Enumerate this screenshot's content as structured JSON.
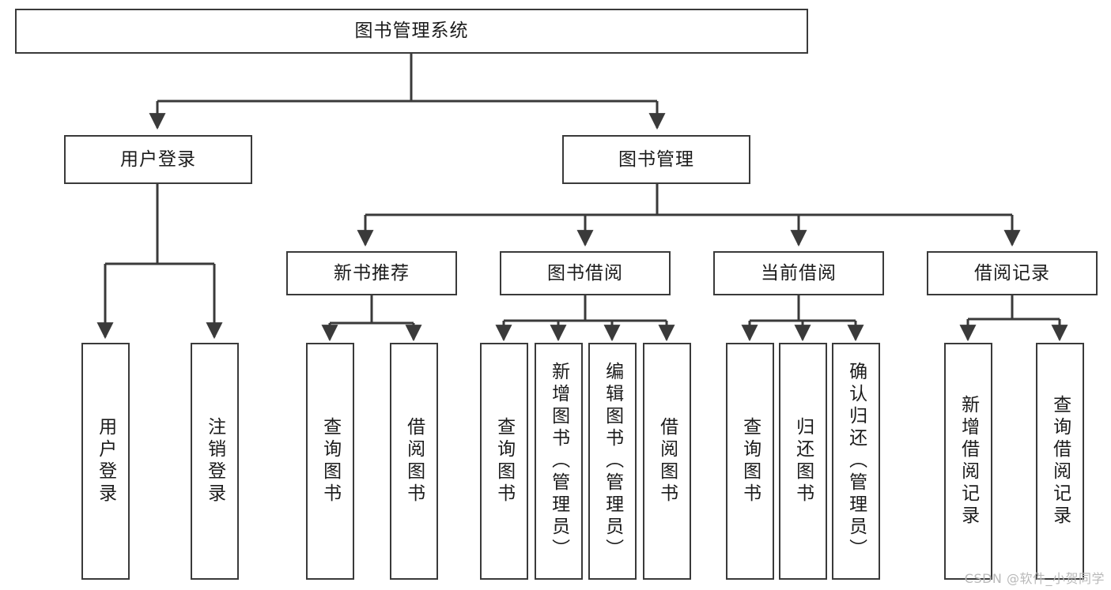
{
  "diagram": {
    "title_node": {
      "label": "图书管理系统"
    },
    "level2": [
      {
        "id": "user-login",
        "label": "用户登录"
      },
      {
        "id": "book-management",
        "label": "图书管理"
      }
    ],
    "level3": [
      {
        "id": "new-book-recommend",
        "label": "新书推荐"
      },
      {
        "id": "book-borrow",
        "label": "图书借阅"
      },
      {
        "id": "current-borrow",
        "label": "当前借阅"
      },
      {
        "id": "borrow-record",
        "label": "借阅记录"
      }
    ],
    "leaves": {
      "user_login": [
        {
          "id": "leaf-user-login",
          "label": "用户登录"
        },
        {
          "id": "leaf-logout-login",
          "label": "注销登录"
        }
      ],
      "new_book_recommend": [
        {
          "id": "leaf-query-book-1",
          "label": "查询图书"
        },
        {
          "id": "leaf-borrow-book-1",
          "label": "借阅图书"
        }
      ],
      "book_borrow": [
        {
          "id": "leaf-query-book-2",
          "label": "查询图书"
        },
        {
          "id": "leaf-add-book",
          "label": "新增图书（管理员）"
        },
        {
          "id": "leaf-edit-book",
          "label": "编辑图书（管理员）"
        },
        {
          "id": "leaf-borrow-book-2",
          "label": "借阅图书"
        }
      ],
      "current_borrow": [
        {
          "id": "leaf-query-book-3",
          "label": "查询图书"
        },
        {
          "id": "leaf-return-book",
          "label": "归还图书"
        },
        {
          "id": "leaf-confirm-return",
          "label": "确认归还（管理员）"
        }
      ],
      "borrow_record": [
        {
          "id": "leaf-add-borrow-record",
          "label": "新增借阅记录"
        },
        {
          "id": "leaf-query-borrow-record",
          "label": "查询借阅记录"
        }
      ]
    },
    "watermark": "CSDN @软件_小贺同学",
    "colors": {
      "border": "#3a3a3a",
      "text": "#1b1b1b",
      "background": "#ffffff",
      "watermark": "#b9b9b9"
    }
  }
}
